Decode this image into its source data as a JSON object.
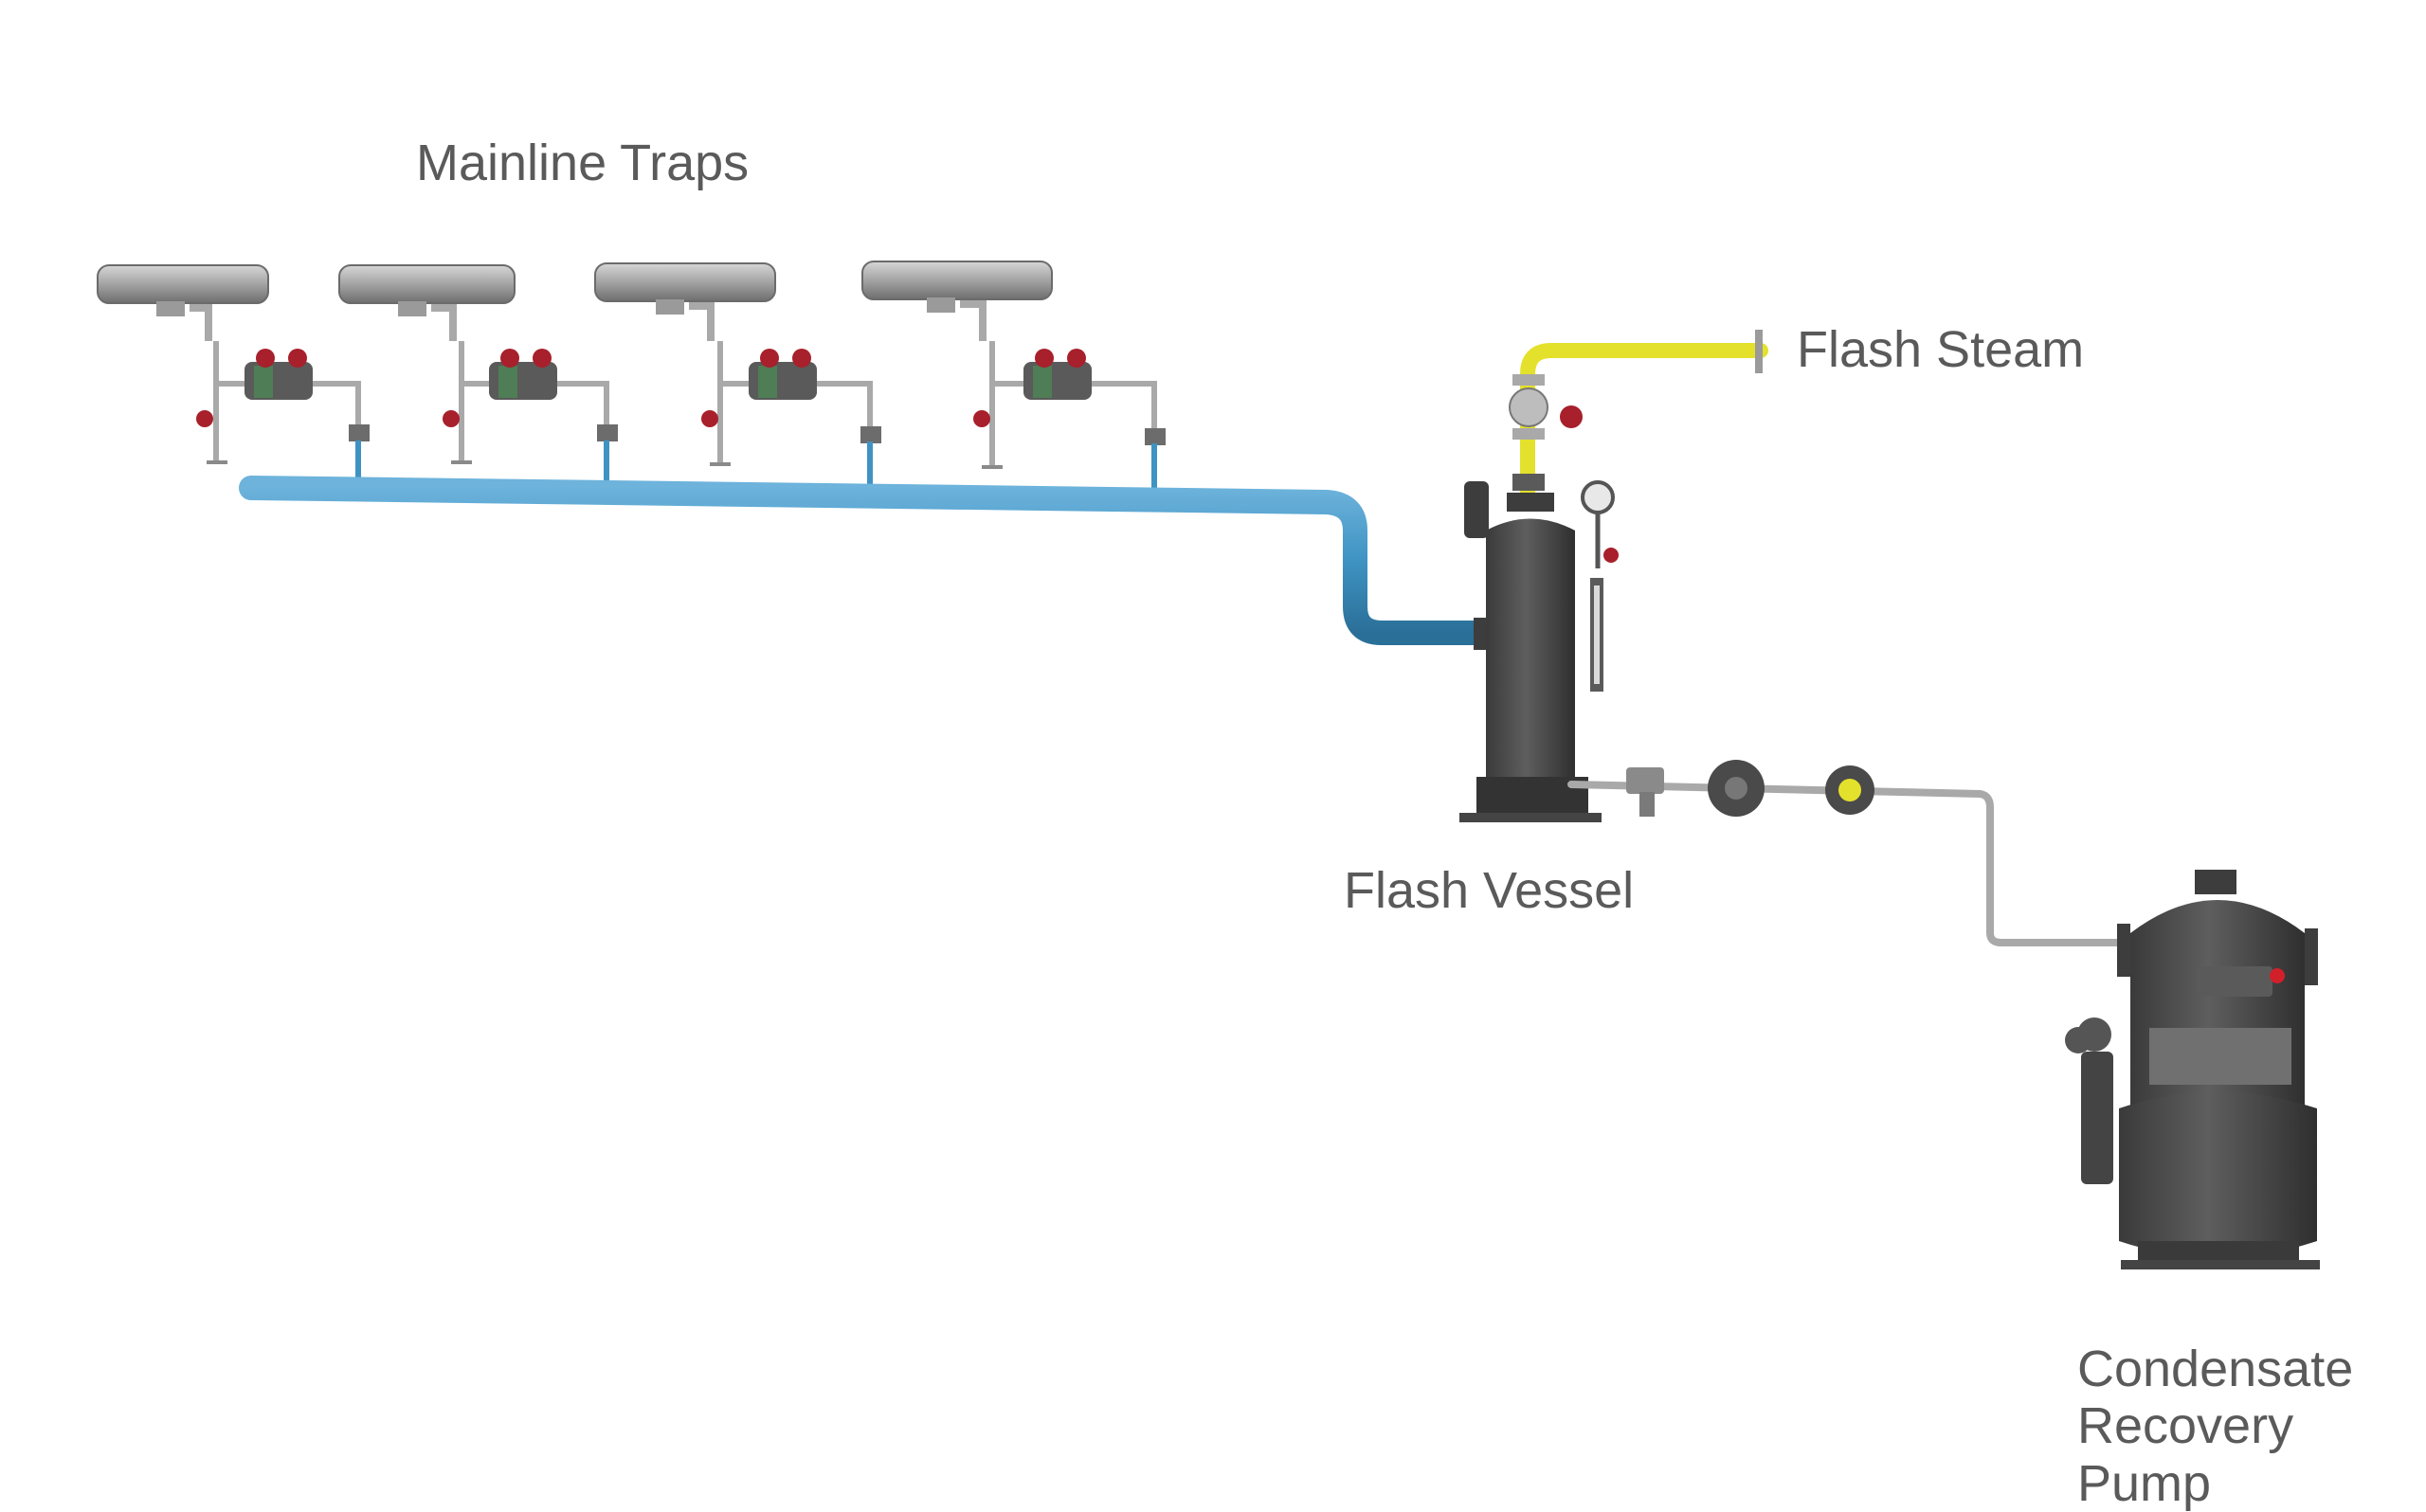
{
  "labels": {
    "mainline_traps": "Mainline Traps",
    "flash_steam": "Flash Steam",
    "flash_vessel": "Flash Vessel",
    "condensate_recovery_pump": [
      "Condensate",
      "Recovery",
      "Pump"
    ]
  },
  "colors": {
    "condensate_pipe": "#3f93c3",
    "flash_steam_pipe": "#e4e12c",
    "steel_pipe": "#a9a9a9",
    "vessel_body": "#4a4a4a",
    "valve_handle": "#a7202b",
    "label_text": "#5a5a5a"
  },
  "icons": {
    "trap_station": "steam-trap-station-icon",
    "flash_vessel": "flash-vessel-icon",
    "pump": "condensate-pump-icon"
  }
}
